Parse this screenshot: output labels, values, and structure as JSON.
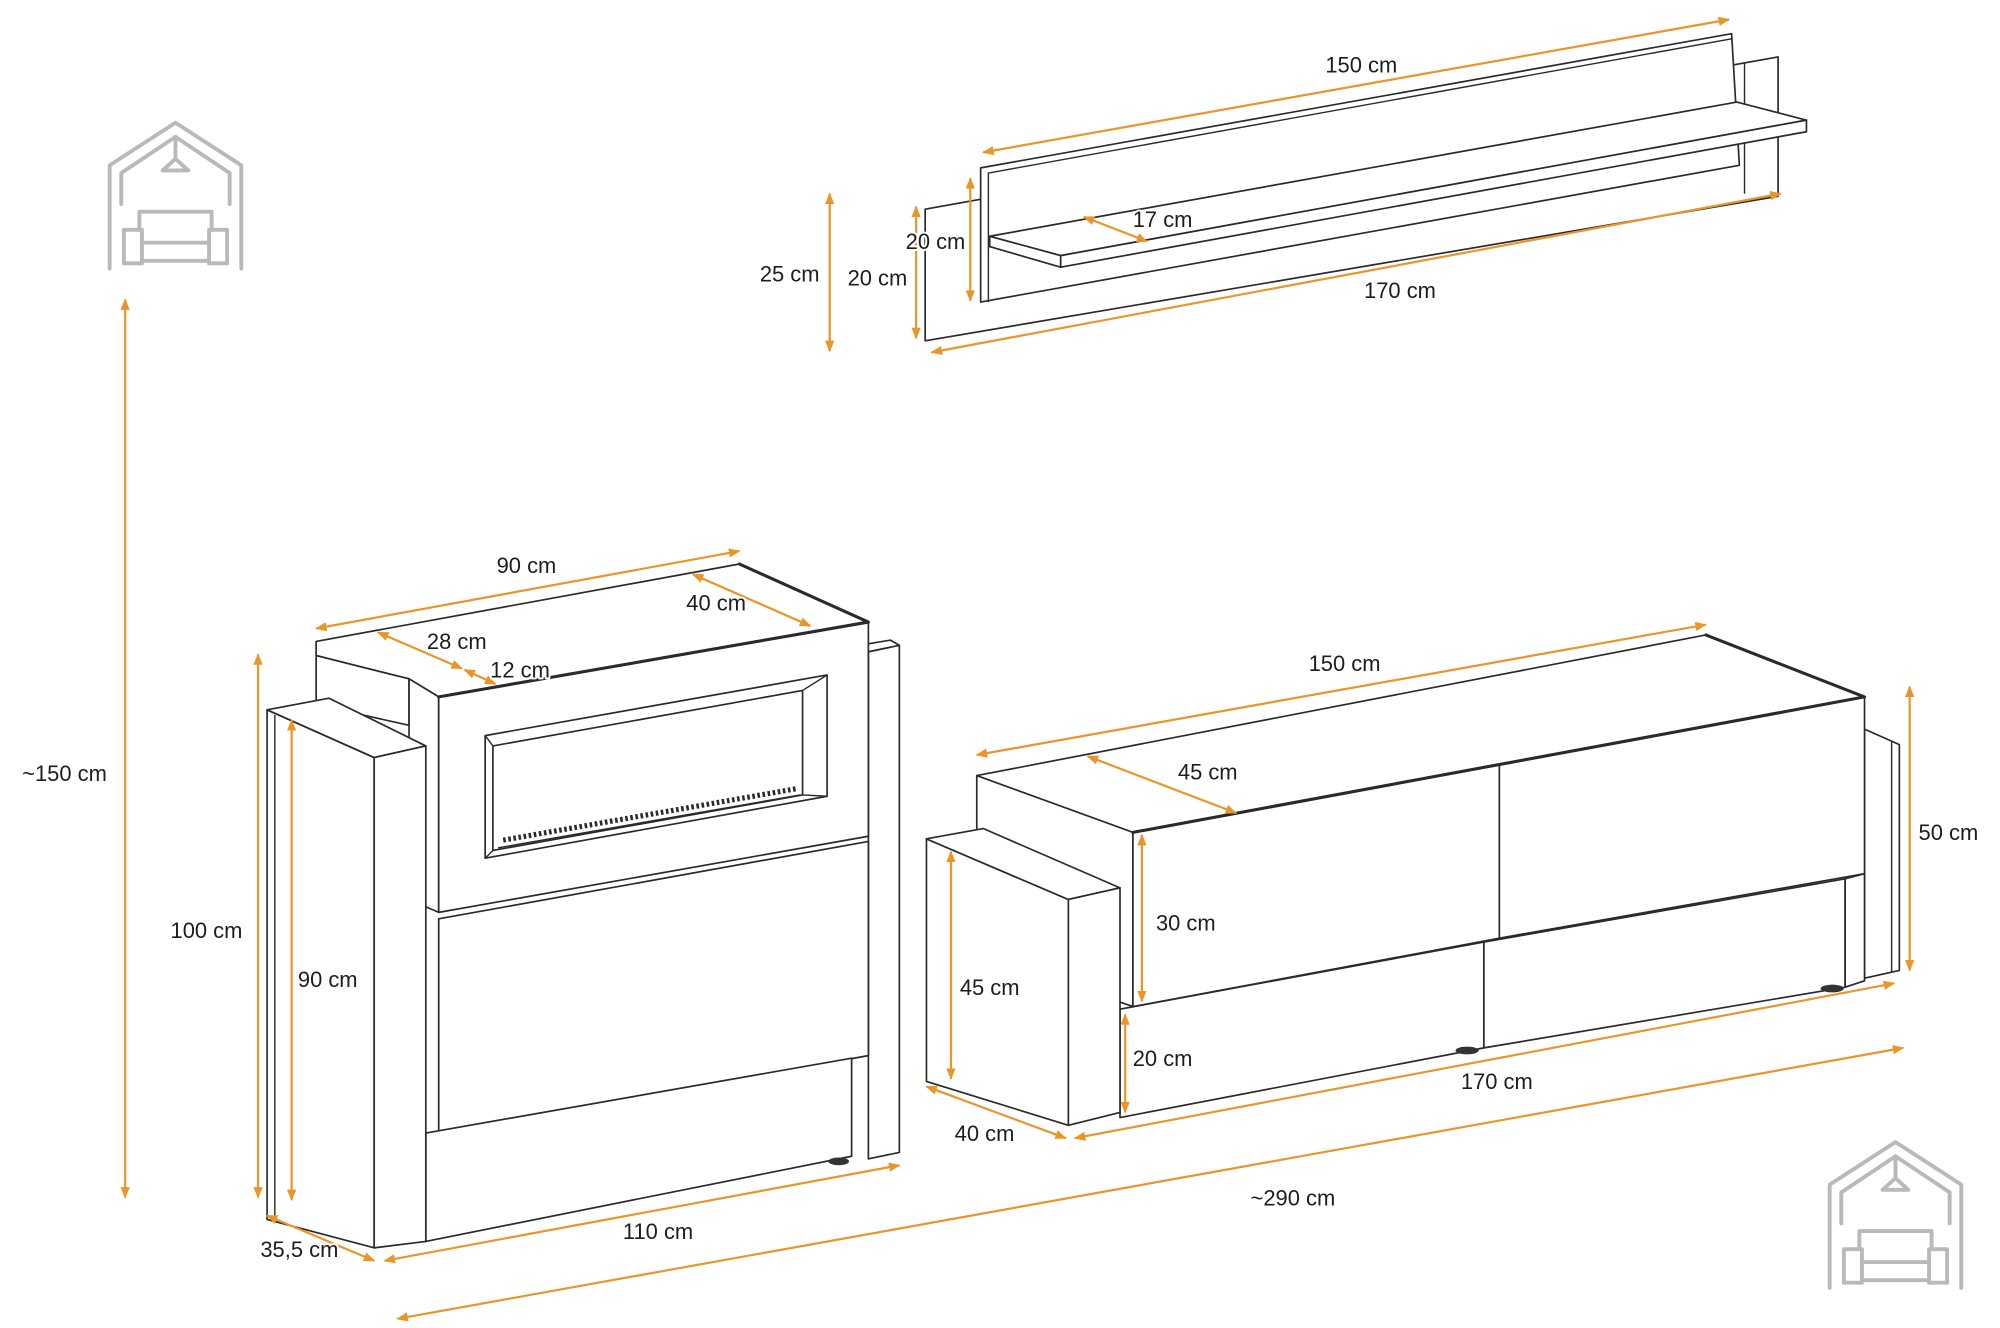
{
  "colors": {
    "dimension": "#E8962A",
    "outline": "#2a2a2a",
    "logo": "#b9b9b9"
  },
  "logos": [
    "house-sofa-logo-icon",
    "house-sofa-logo-icon"
  ],
  "overall": {
    "height": "~150 cm",
    "width": "~290 cm"
  },
  "wall_shelf": {
    "top_width": "150 cm",
    "bottom_width": "170 cm",
    "shelf_depth": "17 cm",
    "front_panel_height": "20 cm",
    "back_panel_height": "20 cm",
    "total_height": "25 cm"
  },
  "fireplace_unit": {
    "top_width": "90 cm",
    "top_depth": "40 cm",
    "step_depth": "28 cm",
    "front_offset": "12 cm",
    "total_height": "100 cm",
    "column_height": "90 cm",
    "column_depth": "35,5 cm",
    "base_width": "110 cm"
  },
  "tv_unit": {
    "top_width": "150 cm",
    "cabinet_depth": "45 cm",
    "total_height": "50 cm",
    "drawer_height": "30 cm",
    "base_height": "20 cm",
    "side_table_height": "45 cm",
    "side_table_depth": "40 cm",
    "base_width": "170 cm"
  }
}
